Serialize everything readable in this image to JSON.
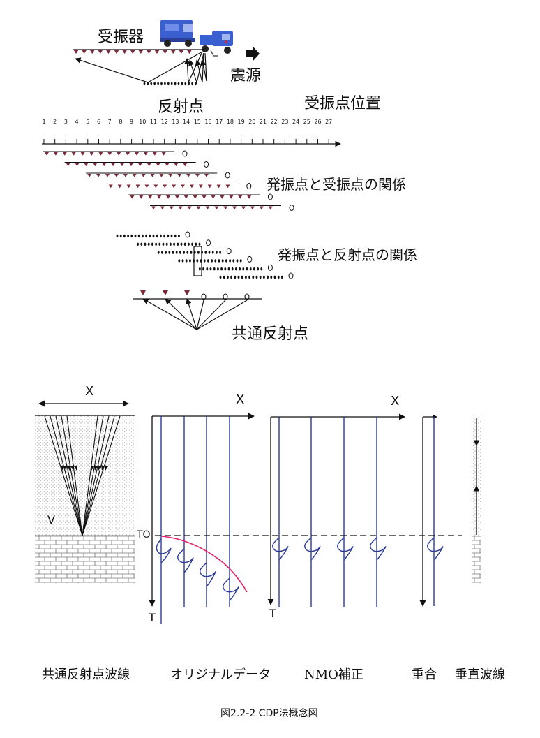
{
  "labels": {
    "receivers": "受振器",
    "source": "震源",
    "reflection_points": "反射点",
    "receiver_positions": "受振点位置",
    "source_receiver_relation": "発振点と受振点の関係",
    "source_reflection_relation": "発振点と反射点の関係",
    "common_reflection_point": "共通反射点"
  },
  "scale_numbers": [
    "1",
    "2",
    "3",
    "4",
    "5",
    "6",
    "7",
    "8",
    "9",
    "10",
    "11",
    "12",
    "13",
    "14",
    "15",
    "16",
    "17",
    "18",
    "19",
    "20",
    "21",
    "22",
    "23",
    "24",
    "25",
    "26",
    "27"
  ],
  "axis": {
    "x": "X",
    "t": "T",
    "t0": "TO",
    "v": "V"
  },
  "captions": [
    "共通反射点波線",
    "オリジナルデータ",
    "NMO補正",
    "重合",
    "垂直波線"
  ],
  "figure_caption": "図2.2-2  CDP法概念図",
  "colors": {
    "trace": "#2a3a9a",
    "nmo_curve": "#e0206a",
    "receiver": "#7a2a3a",
    "truck": "#3a5fd0"
  }
}
